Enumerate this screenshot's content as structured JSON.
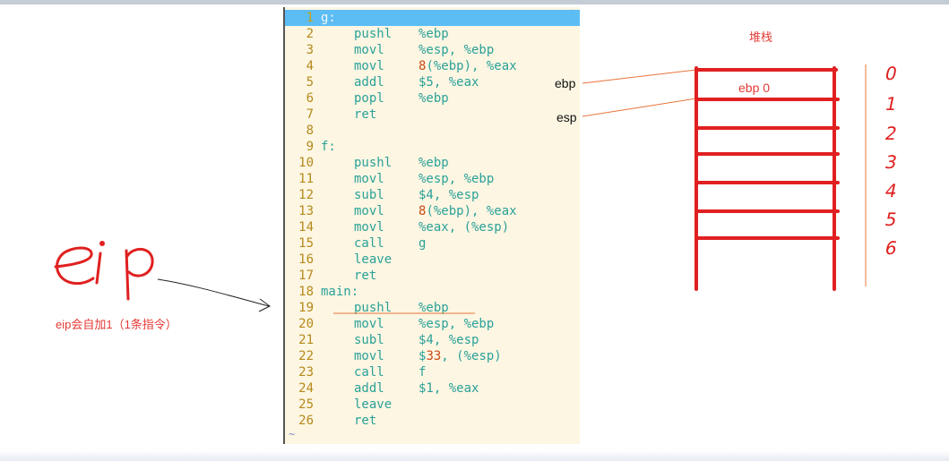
{
  "code_lines": [
    {
      "n": "1",
      "label": "g:",
      "op": "",
      "args": "",
      "highlight": true
    },
    {
      "n": "2",
      "label": "",
      "op": "pushl",
      "args": "%ebp"
    },
    {
      "n": "3",
      "label": "",
      "op": "movl",
      "args": "%esp, %ebp"
    },
    {
      "n": "4",
      "label": "",
      "op": "movl",
      "args_pre": "",
      "args_num": "8",
      "args_post": "(%ebp), %eax"
    },
    {
      "n": "5",
      "label": "",
      "op": "addl",
      "args": "$5, %eax"
    },
    {
      "n": "6",
      "label": "",
      "op": "popl",
      "args": "%ebp"
    },
    {
      "n": "7",
      "label": "",
      "op": "ret",
      "args": ""
    },
    {
      "n": "8",
      "label": "",
      "op": "",
      "args": ""
    },
    {
      "n": "9",
      "label": "f:",
      "op": "",
      "args": ""
    },
    {
      "n": "10",
      "label": "",
      "op": "pushl",
      "args": "%ebp"
    },
    {
      "n": "11",
      "label": "",
      "op": "movl",
      "args": "%esp, %ebp"
    },
    {
      "n": "12",
      "label": "",
      "op": "subl",
      "args": "$4, %esp"
    },
    {
      "n": "13",
      "label": "",
      "op": "movl",
      "args_pre": "",
      "args_num": "8",
      "args_post": "(%ebp), %eax"
    },
    {
      "n": "14",
      "label": "",
      "op": "movl",
      "args": "%eax, (%esp)"
    },
    {
      "n": "15",
      "label": "",
      "op": "call",
      "args": "g"
    },
    {
      "n": "16",
      "label": "",
      "op": "leave",
      "args": ""
    },
    {
      "n": "17",
      "label": "",
      "op": "ret",
      "args": ""
    },
    {
      "n": "18",
      "label": "main:",
      "op": "",
      "args": ""
    },
    {
      "n": "19",
      "label": "",
      "op": "pushl",
      "args": "%ebp"
    },
    {
      "n": "20",
      "label": "",
      "op": "movl",
      "args": "%esp, %ebp"
    },
    {
      "n": "21",
      "label": "",
      "op": "subl",
      "args": "$4, %esp"
    },
    {
      "n": "22",
      "label": "",
      "op": "movl",
      "args_pre": "$",
      "args_num": "33",
      "args_post": ", (%esp)"
    },
    {
      "n": "23",
      "label": "",
      "op": "call",
      "args": "f"
    },
    {
      "n": "24",
      "label": "",
      "op": "addl",
      "args": "$1, %eax"
    },
    {
      "n": "25",
      "label": "",
      "op": "leave",
      "args": ""
    },
    {
      "n": "26",
      "label": "",
      "op": "ret",
      "args": ""
    }
  ],
  "editor": {
    "empty_line_marker": "~"
  },
  "annotations": {
    "eip_handwritten": "eip",
    "eip_note": "eip会自加1（1条指令）",
    "stack_title": "堆栈",
    "ebp_label": "ebp",
    "esp_label": "esp",
    "ebp0_label": "ebp 0",
    "stack_indices": [
      "0",
      "1",
      "2",
      "3",
      "4",
      "5",
      "6"
    ]
  },
  "colors": {
    "annotation_red": "#e53935",
    "pointer_orange": "#e8743b",
    "editor_bg": "#fdf6e3",
    "highlight_blue": "#5cbdf5"
  }
}
